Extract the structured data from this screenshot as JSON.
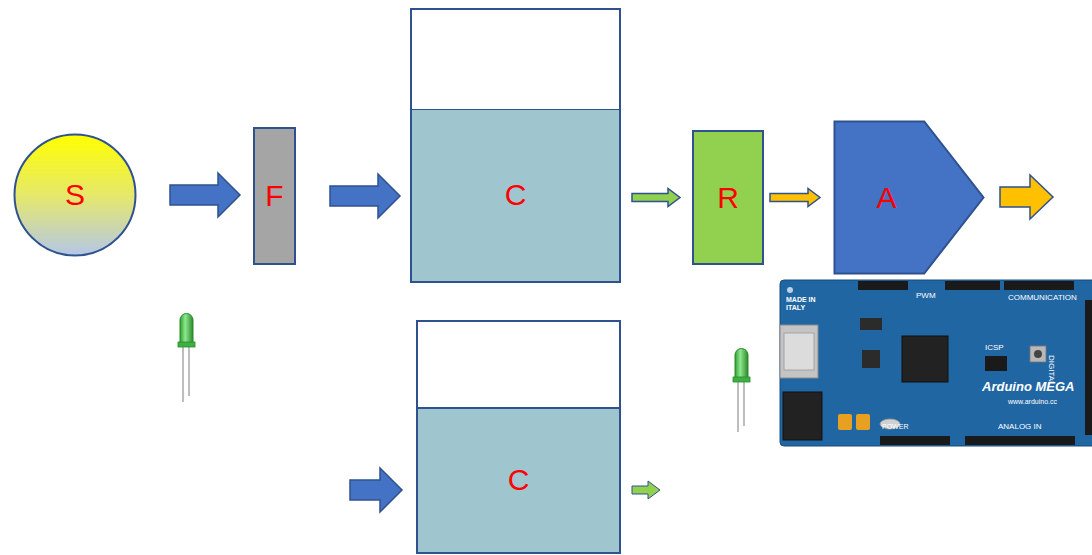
{
  "diagram": {
    "nodes": [
      {
        "text": [
          "S"
        ]
      },
      {
        "text": [
          "F"
        ]
      },
      {
        "text": [
          "C"
        ]
      },
      {
        "text": [
          "R"
        ]
      },
      {
        "text": [
          "A"
        ]
      },
      {
        "text": [
          "C"
        ]
      }
    ],
    "edges": [
      {
        "from": 0,
        "to": 1,
        "arrow": "to"
      },
      {
        "from": 1,
        "to": 2,
        "arrow": "to"
      },
      {
        "from": 2,
        "to": 3,
        "arrow": "to"
      },
      {
        "from": 3,
        "to": 4,
        "arrow": "to"
      }
    ],
    "labels": [
      "MADE IN ITALY",
      "PWM",
      "COMMUNICATION",
      "ICSP",
      "Arduino MEGA",
      "www.arduino.cc",
      "POWER",
      "ANALOG IN",
      "DIGITAL"
    ]
  }
}
